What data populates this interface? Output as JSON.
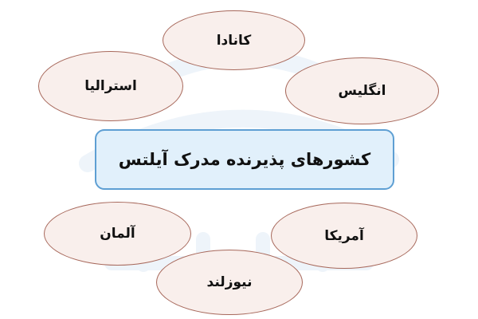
{
  "diagram": {
    "title": "کشورهای پذیرنده مدرک آیلتس",
    "countries": [
      {
        "id": "canada",
        "label": "کانادا"
      },
      {
        "id": "australia",
        "label": "استرالیا"
      },
      {
        "id": "england",
        "label": "انگلیس"
      },
      {
        "id": "germany",
        "label": "آلمان"
      },
      {
        "id": "america",
        "label": "آمریکا"
      },
      {
        "id": "new-zealand",
        "label": "نیوزلند"
      }
    ]
  },
  "watermark": {
    "text": "فادرس"
  },
  "colors": {
    "oval_fill": "#f9efec",
    "oval_border": "#a7685b",
    "box_fill": "#e1f0fb",
    "box_border": "#5e9fd3",
    "watermark": "#eef4fa"
  }
}
